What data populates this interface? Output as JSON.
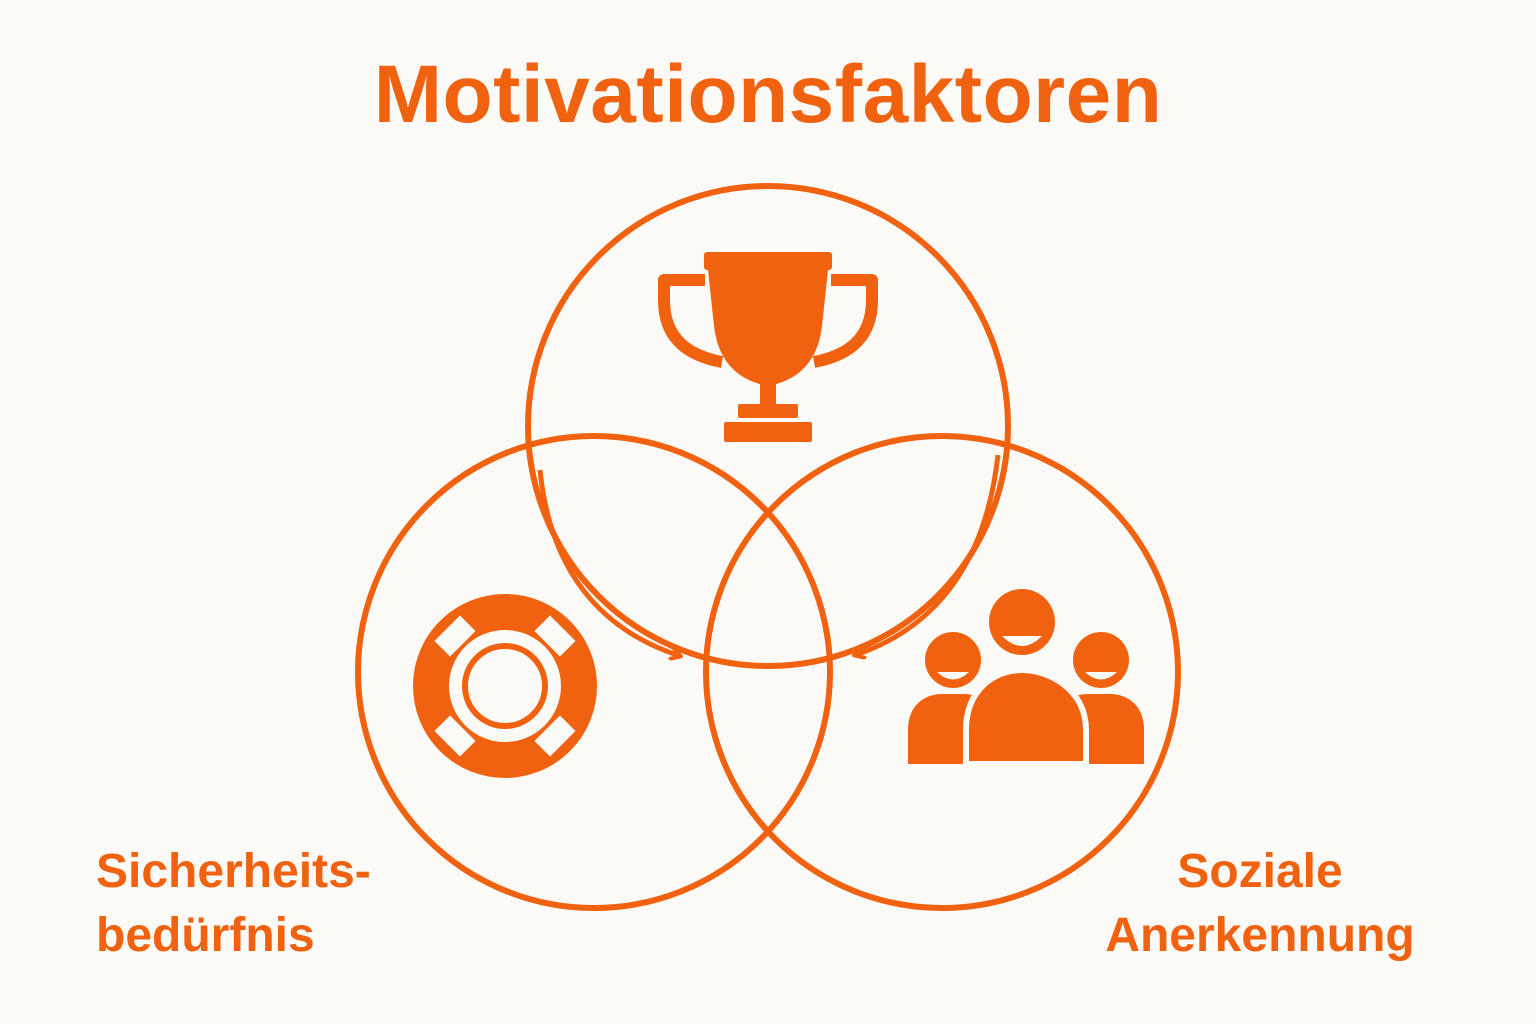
{
  "title": "Motivationsfaktoren",
  "colors": {
    "accent": "#f0620f",
    "background": "#fbfaf6"
  },
  "circles": [
    {
      "name": "top",
      "icon": "trophy-icon"
    },
    {
      "name": "left",
      "icon": "lifebuoy-icon"
    },
    {
      "name": "right",
      "icon": "people-icon"
    }
  ],
  "labels": {
    "left": {
      "line1": "Sicherheits-",
      "line2": "bedürfnis"
    },
    "right": {
      "line1": "Soziale",
      "line2": "Anerkennung"
    }
  }
}
